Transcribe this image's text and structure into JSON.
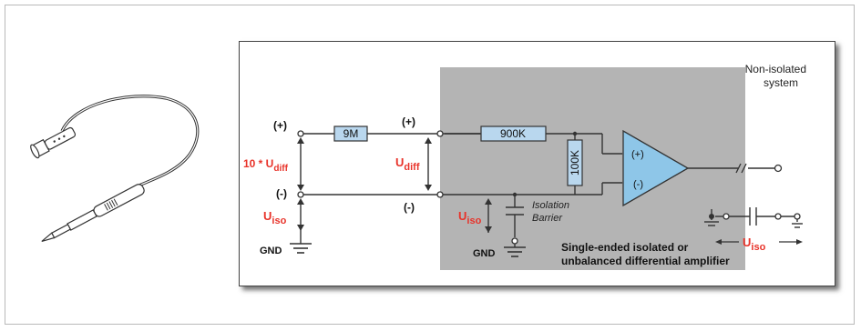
{
  "labels": {
    "non_isolated": [
      "Non-isolated",
      "system"
    ],
    "plus": "(+)",
    "minus": "(-)",
    "r1": "9M",
    "r2": "900K",
    "r3": "100K",
    "ten_udiff_main": "10 * U",
    "ten_udiff_sub": "diff",
    "udiff_main": "U",
    "udiff_sub": "diff",
    "uiso_main": "U",
    "uiso_sub": "iso",
    "gnd": "GND",
    "isolation_barrier": [
      "Isolation",
      "Barrier"
    ],
    "opamp_plus": "(+)",
    "opamp_minus": "(-)",
    "amp_caption": [
      "Single-ended isolated or",
      "unbalanced differential amplifier"
    ]
  },
  "colors": {
    "gray_region": "#b4b4b4",
    "resistor_fill": "#b9d7ee",
    "opamp_fill": "#8ec6e8",
    "accent_red": "#e8332a",
    "wire": "#333333"
  }
}
